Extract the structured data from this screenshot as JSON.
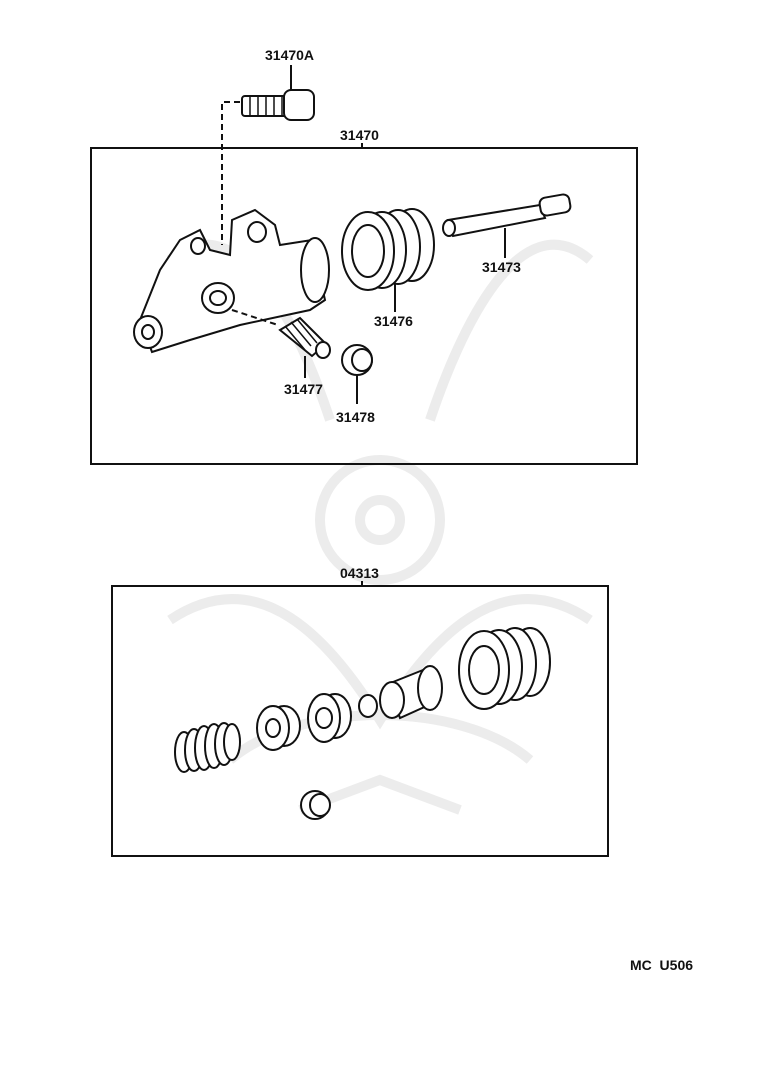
{
  "labels": {
    "bolt": "31470A",
    "cylinder_assy": "31470",
    "push_rod": "31473",
    "boot": "31476",
    "bleeder_plug": "31477",
    "bleeder_cap": "31478",
    "repair_kit": "04313",
    "diagram_code": "MC  U506"
  },
  "colors": {
    "ink": "#111111",
    "watermark": "#ececec"
  }
}
